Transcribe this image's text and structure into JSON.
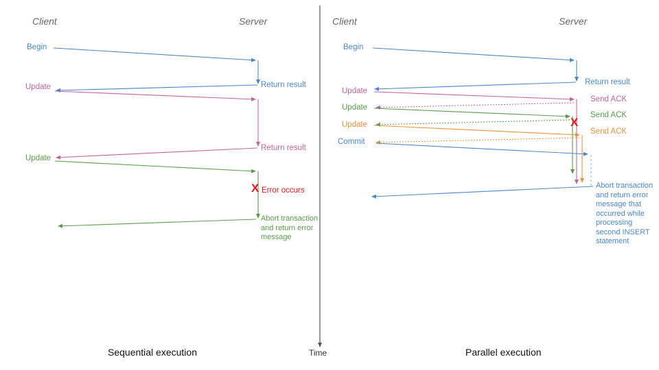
{
  "diagram": {
    "title_left": "Sequential execution",
    "title_right": "Parallel execution",
    "time_axis_label": "Time",
    "colors": {
      "blue": "#4a86c8",
      "pink": "#c2649a",
      "green": "#5a9b47",
      "orange": "#e8913a",
      "red": "#e8141b",
      "header_gray": "#666666",
      "divider": "#555555",
      "background": "#ffffff"
    }
  },
  "left_panel": {
    "name": "Sequential execution",
    "actors": {
      "client": "Client",
      "server": "Server"
    },
    "caption": "Sequential execution",
    "messages": [
      {
        "label": "Begin",
        "color": "blue",
        "side": "client",
        "direction": "to-server"
      },
      {
        "label": "Return result",
        "color": "blue",
        "side": "server",
        "direction": "to-client"
      },
      {
        "label": "Update",
        "color": "pink",
        "side": "client",
        "direction": "to-server"
      },
      {
        "label": "Return result",
        "color": "pink",
        "side": "server",
        "direction": "to-client"
      },
      {
        "label": "Update",
        "color": "green",
        "side": "client",
        "direction": "to-server"
      },
      {
        "label": "Error occurs",
        "color": "red",
        "side": "server",
        "direction": "marker"
      },
      {
        "label": "Abort transaction and return error message",
        "color": "green",
        "side": "server",
        "direction": "to-client"
      }
    ],
    "error_marker": {
      "glyph": "X",
      "label": "Error occurs",
      "color": "red"
    },
    "abort_note": "Abort\ntransaction\nand return\nerror message"
  },
  "right_panel": {
    "name": "Parallel execution",
    "actors": {
      "client": "Client",
      "server": "Server"
    },
    "caption": "Parallel execution",
    "messages": [
      {
        "label": "Begin",
        "color": "blue",
        "side": "client",
        "direction": "to-server"
      },
      {
        "label": "Return result",
        "color": "blue",
        "side": "server",
        "direction": "to-client"
      },
      {
        "label": "Update",
        "color": "pink",
        "side": "client",
        "direction": "to-server"
      },
      {
        "label": "Send ACK",
        "color": "pink",
        "side": "server",
        "direction": "to-client",
        "style": "dotted"
      },
      {
        "label": "Update",
        "color": "green",
        "side": "client",
        "direction": "to-server"
      },
      {
        "label": "Send ACK",
        "color": "green",
        "side": "server",
        "direction": "to-client",
        "style": "dotted"
      },
      {
        "label": "Update",
        "color": "orange",
        "side": "client",
        "direction": "to-server"
      },
      {
        "label": "Send ACK",
        "color": "orange",
        "side": "server",
        "direction": "to-client",
        "style": "dotted"
      },
      {
        "label": "Commit",
        "color": "blue",
        "side": "client",
        "direction": "to-server"
      }
    ],
    "error_marker": {
      "glyph": "X",
      "color": "red"
    },
    "abort_note": "Abort\ntransaction\nand return\nerror message\nthat occurred\nwhile\nprocessing\nsecond\nINSERT\nstatement",
    "client_labels": [
      "Begin",
      "Update",
      "Update",
      "Update",
      "Commit"
    ],
    "server_labels": [
      "Return result",
      "Send ACK",
      "Send ACK",
      "Send ACK"
    ]
  }
}
